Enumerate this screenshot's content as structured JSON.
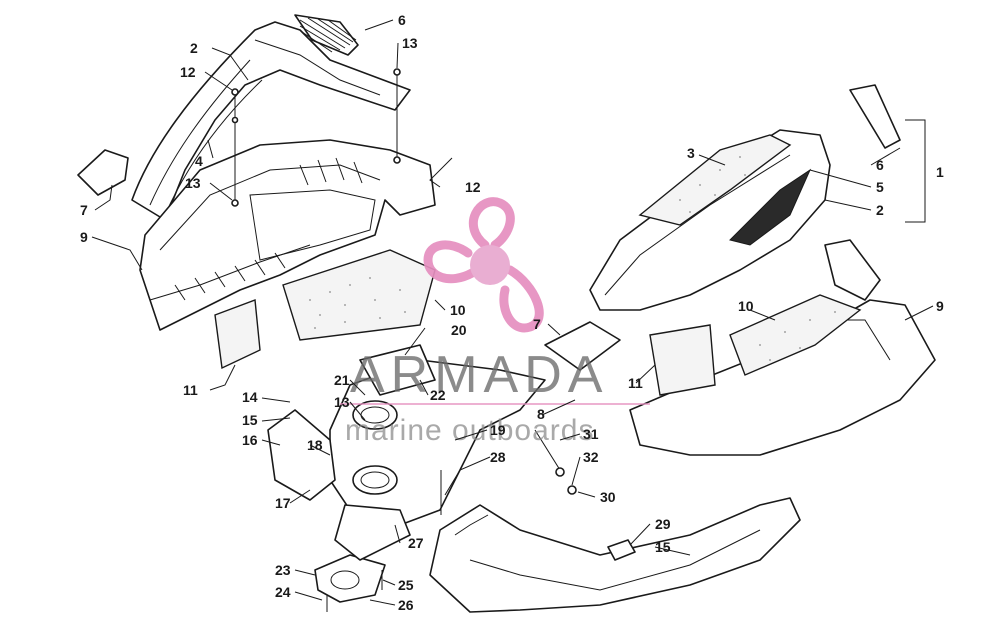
{
  "watermark": {
    "title": "ARMADA",
    "subtitle": "marine outboards",
    "logo_color": "#e58fbf",
    "logo_hub_color": "#e8a8cf"
  },
  "callouts": {
    "c1": "1",
    "c2a": "2",
    "c2b": "2",
    "c3": "3",
    "c4": "4",
    "c5": "5",
    "c6a": "6",
    "c6b": "6",
    "c7a": "7",
    "c7b": "7",
    "c8": "8",
    "c9a": "9",
    "c9b": "9",
    "c10a": "10",
    "c10b": "10",
    "c11a": "11",
    "c11b": "11",
    "c12a": "12",
    "c12b": "12",
    "c13a": "13",
    "c13b": "13",
    "c13c": "13",
    "c14": "14",
    "c15a": "15",
    "c15b": "15",
    "c16": "16",
    "c17": "17",
    "c18": "18",
    "c19": "19",
    "c20": "20",
    "c21": "21",
    "c22": "22",
    "c23": "23",
    "c24": "24",
    "c25": "25",
    "c26": "26",
    "c27": "27",
    "c28": "28",
    "c29": "29",
    "c30": "30",
    "c31": "31",
    "c32": "32"
  }
}
